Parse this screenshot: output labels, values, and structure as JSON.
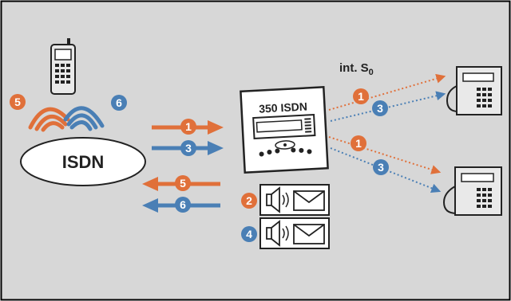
{
  "diagram": {
    "network_label": "ISDN",
    "device_label": "350  ISDN",
    "bus_label": "int. S",
    "bus_subscript": "0",
    "colors": {
      "background": "#d7d7d7",
      "border": "#000000",
      "orange": "#e0703a",
      "blue": "#4a7fb5",
      "device_face": "#ffffff",
      "phone_body": "#e9e9e9"
    },
    "badges": {
      "wave_orange": "5",
      "wave_blue": "6",
      "in_orange": "1",
      "in_blue": "3",
      "out_orange": "5",
      "out_blue": "6",
      "msg_orange": "2",
      "msg_blue": "4",
      "top_orange": "1",
      "top_blue": "3",
      "bottom_orange": "1",
      "bottom_blue": "3"
    },
    "icons": [
      "mobile-phone-icon",
      "wireless-waves-icon",
      "speaker-icon",
      "envelope-icon",
      "desk-phone-icon"
    ]
  }
}
